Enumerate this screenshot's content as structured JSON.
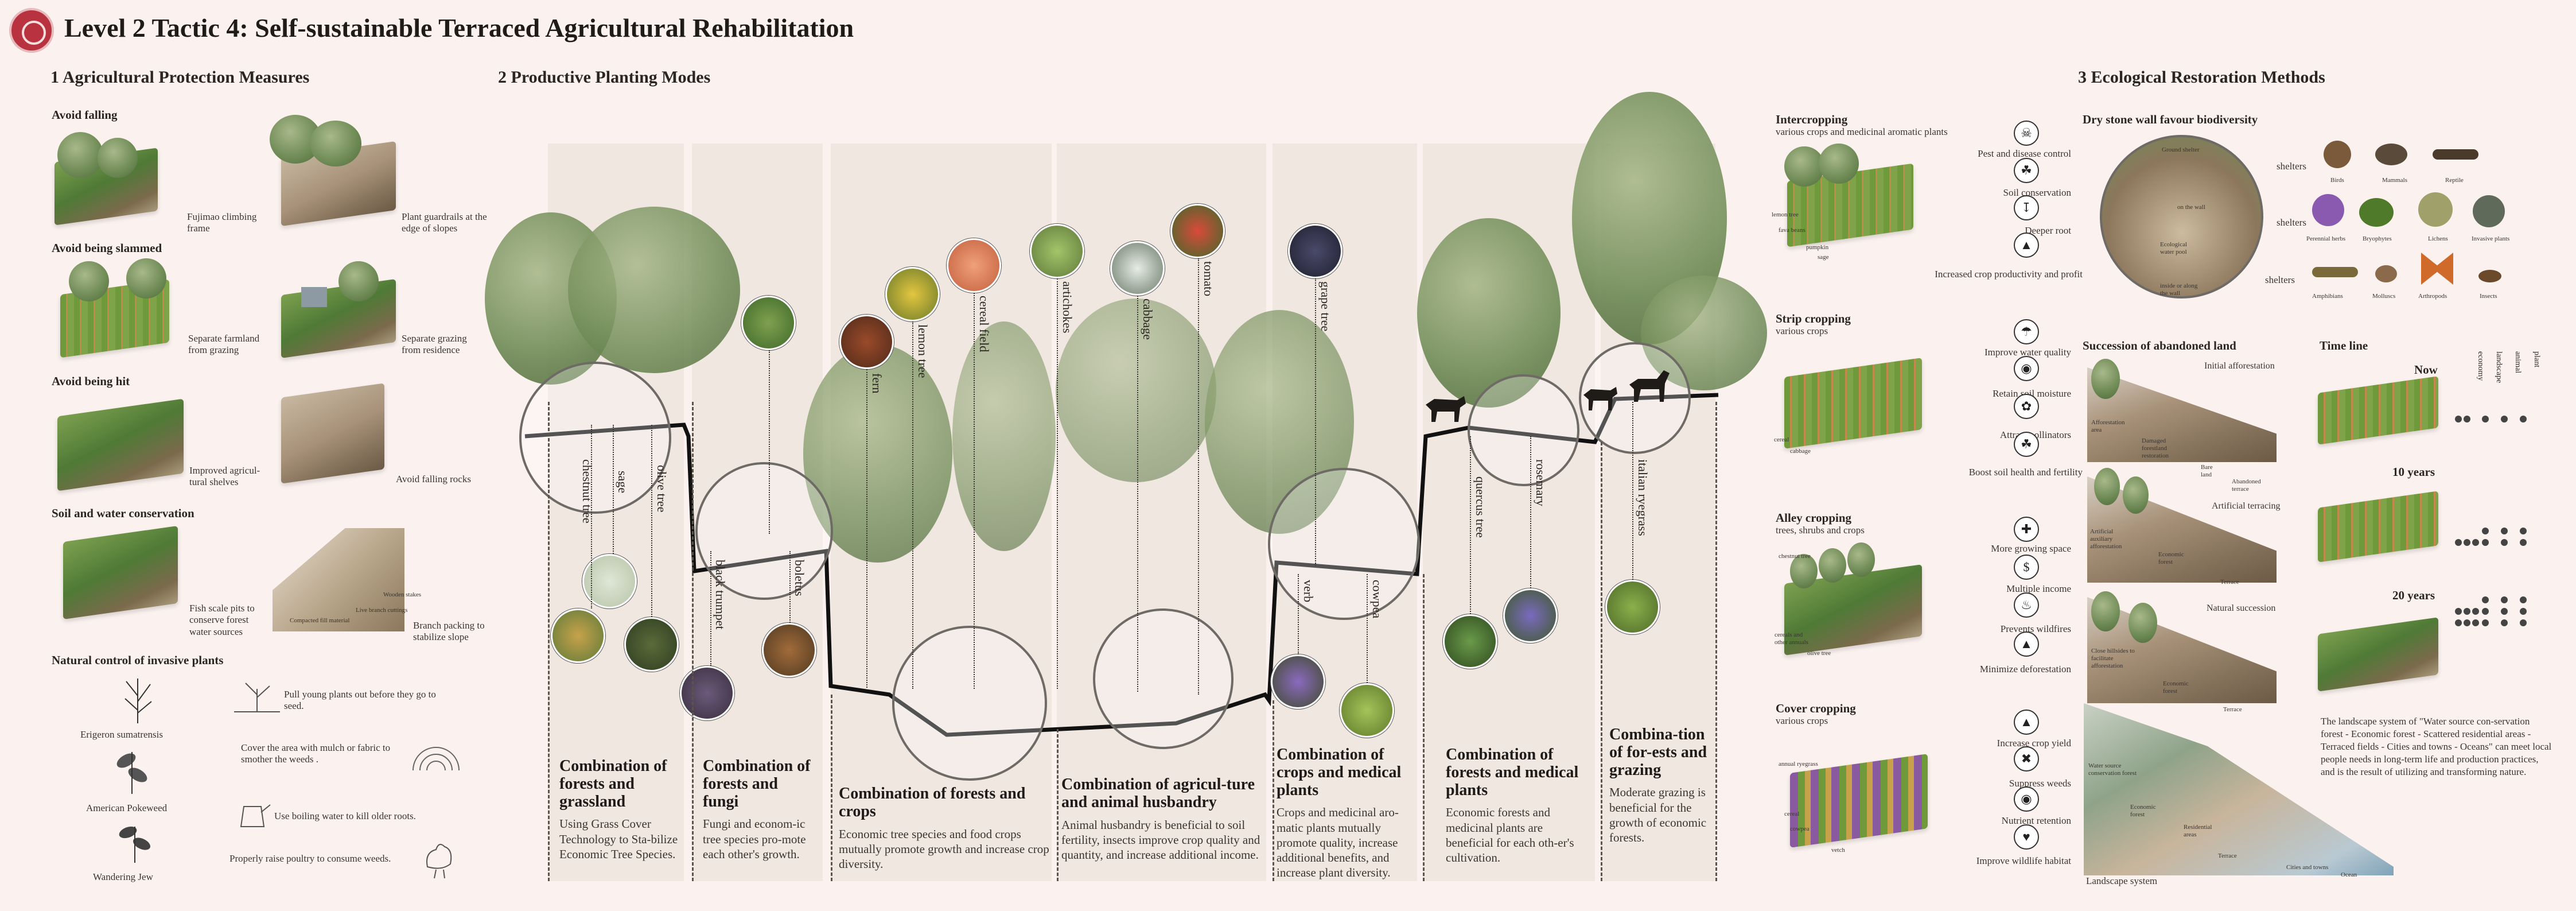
{
  "title": "Level 2 Tactic 4: Self-sustainable Terraced Agricultural Rehabilitation",
  "colors": {
    "background": "#fbf2ef",
    "logo": "#b8323f",
    "foliage": "#6e8a55",
    "text": "#2a2622"
  },
  "section1": {
    "heading": "1  Agricultural Protection Measures",
    "avoid_falling": {
      "title": "Avoid falling",
      "cap1": "Fujimao climbing frame",
      "cap2": "Plant guardrails at the edge of slopes"
    },
    "avoid_slammed": {
      "title": "Avoid being slammed",
      "cap1": "Separate farmland from grazing",
      "cap2": "Separate grazing from residence"
    },
    "avoid_hit": {
      "title": "Avoid being hit",
      "cap1": "Improved agricul-tural shelves",
      "cap2": "Avoid falling rocks"
    },
    "soil_water": {
      "title": "Soil and water conservation",
      "cap1": "Fish scale pits to conserve forest water sources",
      "cap2": "Branch packing to stabilize slope",
      "tag1": "Wooden stakes",
      "tag2": "Live branch cuttings",
      "tag3": "Compacted fill material"
    },
    "invasive": {
      "title": "Natural control of invasive plants",
      "plants": [
        "Erigeron sumatrensis",
        "American Pokeweed",
        "Wandering Jew"
      ],
      "methods": [
        "Pull young plants out before they go to seed.",
        "Cover the area with mulch or fabric to smother the weeds .",
        "Use boiling water to kill older roots.",
        "Properly raise poultry to consume weeds."
      ]
    }
  },
  "section2": {
    "heading": "2  Productive Planting Modes",
    "labels": [
      "chestnut tree",
      "sage",
      "olive tree",
      "black trumpet",
      "boletus",
      "fern",
      "lemon tree",
      "cereal field",
      "artichokes",
      "cabbage",
      "tomato",
      "grape tree",
      "verb",
      "cowpea",
      "quercus tree",
      "rosemary",
      "italian ryegrass"
    ],
    "combos": [
      {
        "title": "Combination of forests and grassland",
        "desc": "Using Grass Cover Technology to Sta-bilize Economic Tree Species."
      },
      {
        "title": "Combination of forests and fungi",
        "desc": "Fungi and econom-ic tree species pro-mote each other's growth."
      },
      {
        "title": "Combination of forests and crops",
        "desc": "Economic tree species and food crops mutually promote growth and increase crop diversity."
      },
      {
        "title": "Combination of agricul-ture and animal husbandry",
        "desc": "Animal husbandry is beneficial to soil fertility, insects improve crop quality and quantity, and increase additional income."
      },
      {
        "title": "Combination of crops and medical plants",
        "desc": "Crops and medicinal aro-matic plants mutually promote quality, increase additional benefits, and increase plant diversity."
      },
      {
        "title": "Combination of forests and medical plants",
        "desc": "Economic forests and medicinal plants are beneficial for each oth-er's cultivation."
      },
      {
        "title": "Combina-tion of for-ests and grazing",
        "desc": "Moderate grazing is beneficial for the growth of economic forests."
      }
    ]
  },
  "cropping": {
    "intercropping": {
      "title": "Intercropping",
      "sub": "various crops and medicinal aromatic plants",
      "benefits": [
        "Pest and disease control",
        "Soil conservation",
        "Deeper root",
        "Increased crop productivity and profit"
      ],
      "tags": [
        "lemon tree",
        "fava beans",
        "pumpkin",
        "sage"
      ]
    },
    "strip": {
      "title": "Strip cropping",
      "sub": "various crops",
      "benefits": [
        "Improve water quality",
        "Retain soil moisture",
        "Attract pollinators",
        "Boost soil health and fertility"
      ],
      "tags": [
        "cereal",
        "cabbage"
      ]
    },
    "alley": {
      "title": "Alley cropping",
      "sub": "trees, shrubs and crops",
      "benefits": [
        "More growing space",
        "Multiple income",
        "Prevents wildfires",
        "Minimize deforestation"
      ],
      "tags": [
        "chestnut tree",
        "cereals and other annuals",
        "olive tree"
      ]
    },
    "cover": {
      "title": "Cover cropping",
      "sub": "various crops",
      "benefits": [
        "Increase crop yield",
        "Suppress weeds",
        "Nutrient retention",
        "Improve wildlife habitat"
      ],
      "tags": [
        "annual ryegrass",
        "cereal",
        "cowpea",
        "vetch"
      ]
    }
  },
  "section3": {
    "heading": "3  Ecological Restoration Methods",
    "drystone": {
      "title": "Dry stone wall favour biodiversity",
      "tags": [
        "Ground shelter",
        "on the wall",
        "Ecological water pool",
        "inside or along the wall"
      ],
      "shelters": "shelters",
      "animals1": [
        "Birds",
        "Mammals",
        "Reptile"
      ],
      "animals2": [
        "Perennial herbs",
        "Bryophytes",
        "Lichens",
        "Invasive plants"
      ],
      "animals3": [
        "Amphibians",
        "Molluscs",
        "Arthropods",
        "Insects"
      ]
    },
    "succession": {
      "title": "Succession of abandoned land",
      "tags": [
        "Initial afforestation",
        "Afforestation area",
        "Damaged forestland restoration",
        "Bare land",
        "Abandoned terrace",
        "Artificial terracing",
        "Artificial auxiliary afforestation",
        "Economic forest",
        "Terrace",
        "Natural succession",
        "Close hillsides to facilitate afforestation",
        "Economic forest",
        "Terrace"
      ]
    },
    "timeline": {
      "title": "Time line",
      "cols": [
        "economy",
        "landscape",
        "animal",
        "plant"
      ],
      "stages": [
        "Now",
        "10 years",
        "20 years"
      ]
    },
    "landscape": {
      "desc": "The landscape system of \"Water source con-servation forest - Economic forest - Scattered residential areas - Terraced fields - Cities and towns - Oceans\" can meet local people needs in long-term life and production practices, and is the result of utilizing and transforming nature.",
      "caption": "Landscape system",
      "tags": [
        "Water source conservation forest",
        "Economic forest",
        "Residential areas",
        "Terrace",
        "Cities and towns",
        "Ocean"
      ]
    }
  }
}
